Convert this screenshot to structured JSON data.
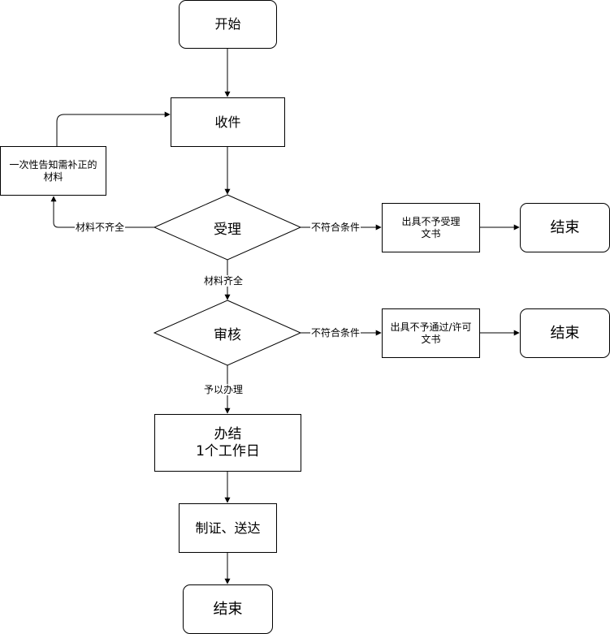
{
  "nodes": {
    "start": "开始",
    "receive": "收件",
    "notify_correction": "一次性告知需补正的\n材料",
    "accept": "受理",
    "reject_accept": "出具不予受理\n文书",
    "end_reject_accept": "结束",
    "review": "审核",
    "reject_review": "出具不予通过/许可\n文书",
    "end_reject_review": "结束",
    "conclude": "办结\n1个工作日",
    "certify_deliver": "制证、送达",
    "end": "结束"
  },
  "edges": {
    "incomplete": "材料不齐全",
    "not_qualified_1": "不符合条件",
    "complete": "材料齐全",
    "not_qualified_2": "不符合条件",
    "approve": "予以办理"
  }
}
